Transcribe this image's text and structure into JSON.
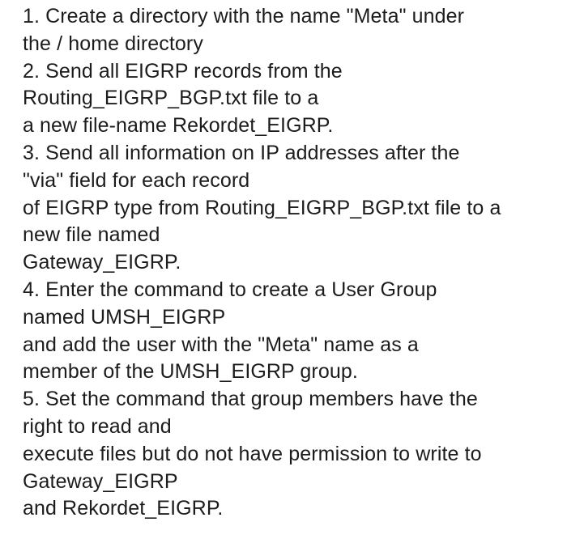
{
  "document": {
    "lines": [
      "1. Create a directory with the name \"Meta\" under",
      "the / home directory",
      "2. Send all EIGRP records from the",
      "Routing_EIGRP_BGP.txt file to a",
      "a new file-name Rekordet_EIGRP.",
      "3. Send all information on IP addresses after the",
      "\"via\" field for each record",
      "of EIGRP type from Routing_EIGRP_BGP.txt file to a",
      "new file named",
      "Gateway_EIGRP.",
      "4. Enter the command to create a User Group",
      "named UMSH_EIGRP",
      "and add the user with the \"Meta\" name as a",
      "member of the UMSH_EIGRP group.",
      "5. Set the command that group members have the",
      "right to read and",
      "execute files but do not have permission to write to",
      "Gateway_EIGRP",
      "and Rekordet_EIGRP."
    ]
  }
}
